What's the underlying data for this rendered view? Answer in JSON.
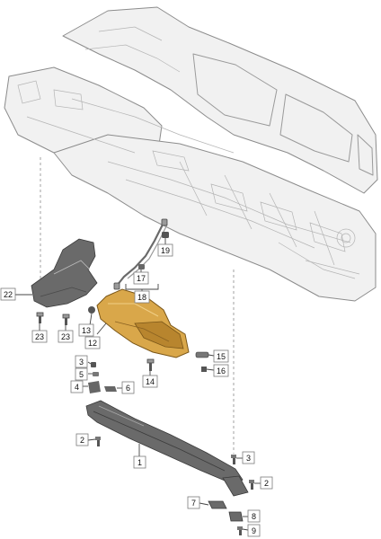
{
  "diagram": {
    "callouts": {
      "c1": "1",
      "c2a": "2",
      "c2b": "2",
      "c3a": "3",
      "c3b": "3",
      "c4": "4",
      "c5": "5",
      "c6": "6",
      "c7": "7",
      "c8": "8",
      "c9": "9",
      "c12": "12",
      "c13": "13",
      "c14": "14",
      "c15": "15",
      "c16": "16",
      "c17": "17",
      "c18": "18",
      "c19": "19",
      "c22": "22",
      "c23a": "23",
      "c23b": "23"
    }
  }
}
